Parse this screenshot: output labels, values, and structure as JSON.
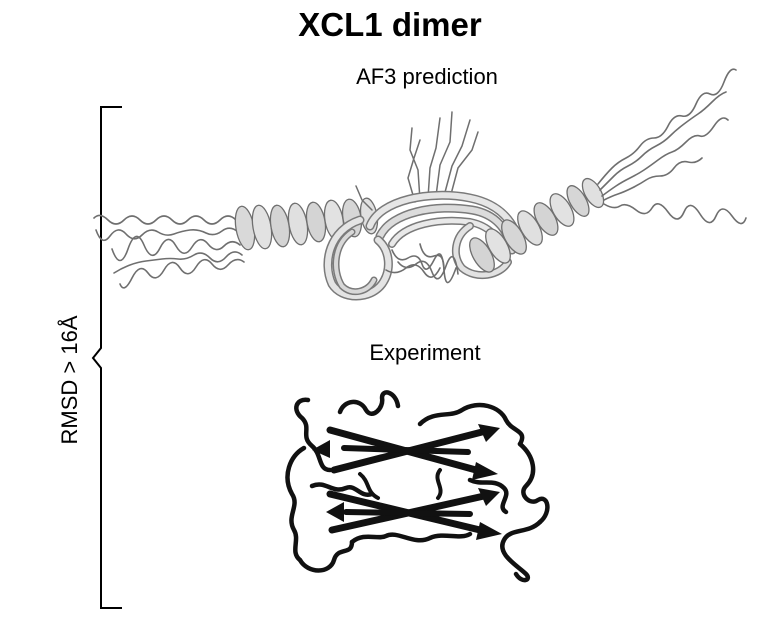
{
  "figure": {
    "title": "XCL1 dimer",
    "prediction_label": "AF3 prediction",
    "experiment_label": "Experiment",
    "bracket_label": "RMSD > 16Å"
  },
  "colors": {
    "prediction_ribbon": "#d6d6d6",
    "prediction_outline": "#6f6f6f",
    "experiment": "#111111",
    "text": "#000000"
  }
}
